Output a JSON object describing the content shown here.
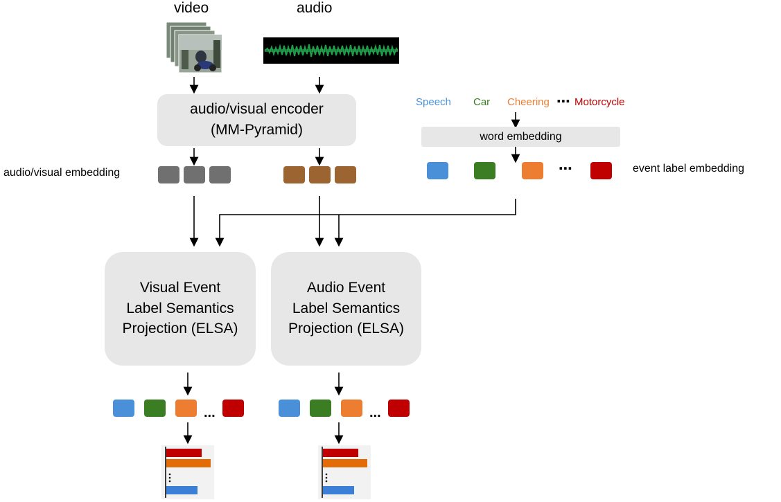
{
  "inputs": {
    "video_label": "video",
    "audio_label": "audio"
  },
  "encoder": {
    "line1": "audio/visual encoder",
    "line2": "(MM-Pyramid)"
  },
  "av_embedding_label": "audio/visual embedding",
  "event_labels": [
    {
      "text": "Speech",
      "color": "#4a90d9"
    },
    {
      "text": "Car",
      "color": "#3a7d22"
    },
    {
      "text": "Cheering",
      "color": "#ed7d31"
    },
    {
      "text": "Motorcycle",
      "color": "#c00000"
    }
  ],
  "ellipsis": "⋯",
  "ellipsis_dots": "...",
  "word_embedding_label": "word embedding",
  "event_label_embedding_label": "event label embedding",
  "visual_elsa": {
    "line1": "Visual Event",
    "line2": "Label Semantics",
    "line3": "Projection (ELSA)"
  },
  "audio_elsa": {
    "line1": "Audio Event",
    "line2": "Label Semantics",
    "line3": "Projection (ELSA)"
  },
  "colors": {
    "visual_embedding": "#707070",
    "audio_embedding": "#9c6430",
    "box_fill": "#e7e7e7",
    "bar_red": "#c00000",
    "bar_orange": "#e36c09",
    "bar_blue": "#3b7fd6"
  },
  "icons": {
    "video_frames": "video-frames-icon",
    "audio_waveform": "audio-waveform-icon"
  }
}
